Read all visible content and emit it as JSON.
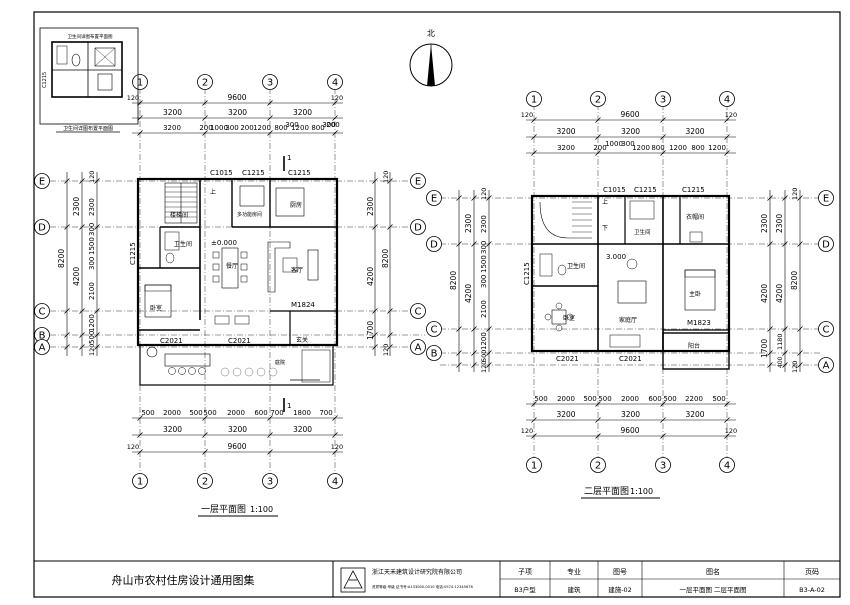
{
  "north_label": "北",
  "plan1": {
    "title": "一层平面图",
    "scale": "1:100",
    "col_axes": [
      "1",
      "2",
      "3",
      "4"
    ],
    "row_axes": [
      "E",
      "D",
      "C",
      "B",
      "A"
    ],
    "top_dims": {
      "total": "9600",
      "bays": [
        "3200",
        "3200",
        "3200"
      ],
      "edges": [
        "120",
        "120"
      ],
      "details": [
        "3200",
        "200",
        "1000",
        "300",
        "200",
        "1200",
        "800",
        "1200",
        "800",
        "200",
        "300",
        "300"
      ]
    },
    "bottom_dims": {
      "total": "9600",
      "bays": [
        "3200",
        "3200",
        "3200"
      ],
      "edges": [
        "120",
        "120"
      ],
      "details": [
        "500",
        "2000",
        "500",
        "500",
        "2000",
        "600",
        "700",
        "1800",
        "700"
      ]
    },
    "left_dims": {
      "total": "8200",
      "rows": [
        "2300",
        "4200",
        "1700"
      ],
      "details": [
        "120",
        "2300",
        "300",
        "1500",
        "300",
        "2100",
        "1200",
        "500",
        "120"
      ]
    },
    "right_dims": {
      "total": "8200",
      "rows": [
        "2300",
        "4200",
        "1700"
      ],
      "details": [
        "120",
        "120"
      ]
    },
    "rooms": {
      "stair": "楼梯间",
      "bath": "卫生间",
      "dining": "餐厅",
      "living": "客厅",
      "kitchen": "厨房",
      "bedroom": "卧室",
      "multi": "多功能房间",
      "entry": "玄关",
      "yard": "庭院"
    },
    "labels": {
      "c1015": "C1015",
      "c1215a": "C1215",
      "c1215b": "C1215",
      "c1215c": "C1215",
      "c2021a": "C2021",
      "c2021b": "C2021",
      "m1824": "M1824",
      "elev": "±0.000",
      "up": "上",
      "cut": "1"
    },
    "inset_title": "卫生间详图布置平面图",
    "inset_top": "卫生间详图布置平面图",
    "inset_c1215": "C1215"
  },
  "plan2": {
    "title": "二层平面图",
    "scale": "1:100",
    "col_axes": [
      "1",
      "2",
      "3",
      "4"
    ],
    "row_axes": [
      "E",
      "D",
      "C",
      "B",
      "A"
    ],
    "top_dims": {
      "total": "9600",
      "bays": [
        "3200",
        "3200",
        "3200"
      ],
      "edges": [
        "120",
        "120"
      ],
      "details": [
        "3200",
        "1000",
        "300",
        "200",
        "1200",
        "800",
        "1200",
        "800",
        "1200"
      ]
    },
    "bottom_dims": {
      "total": "9600",
      "bays": [
        "3200",
        "3200",
        "3200"
      ],
      "edges": [
        "120",
        "120"
      ],
      "details": [
        "500",
        "2000",
        "500",
        "500",
        "2000",
        "600",
        "500",
        "2200",
        "500"
      ]
    },
    "left_dims": {
      "total": "8200",
      "rows": [
        "2300",
        "4200",
        "1700"
      ],
      "details": [
        "120",
        "2300",
        "300",
        "1500",
        "300",
        "2100",
        "1200",
        "500",
        "120"
      ]
    },
    "right_dims": {
      "total": "8200",
      "rows": [
        "2300",
        "4200",
        "1700"
      ],
      "details": [
        "120",
        "120",
        "1180",
        "400"
      ]
    },
    "rooms": {
      "bath1": "卫生间",
      "bath2": "衣帽间",
      "bath3": "卫生间",
      "family": "家庭厅",
      "master": "主卧",
      "bedroom": "卧室",
      "balcony": "阳台"
    },
    "labels": {
      "c1015": "C1015",
      "c1215a": "C1215",
      "c1215b": "C1215",
      "c1215c": "C1215",
      "c2021a": "C2021",
      "c2021b": "C2021",
      "m1823": "M1823",
      "elev": "3.000",
      "up": "上",
      "down": "下"
    }
  },
  "title_block": {
    "project": "舟山市农村住房设计通用图集",
    "company": "浙江天禾建筑设计研究院有限公司",
    "company_sub": "资质等级:甲级  证书号:A133000-0010  电话:0574-12345678",
    "headers": [
      "子项",
      "专业",
      "图号",
      "图名",
      "页码"
    ],
    "values": [
      "B3户型",
      "建筑",
      "建施-02",
      "一层平面图  二层平面图",
      "B3-A-02"
    ]
  }
}
